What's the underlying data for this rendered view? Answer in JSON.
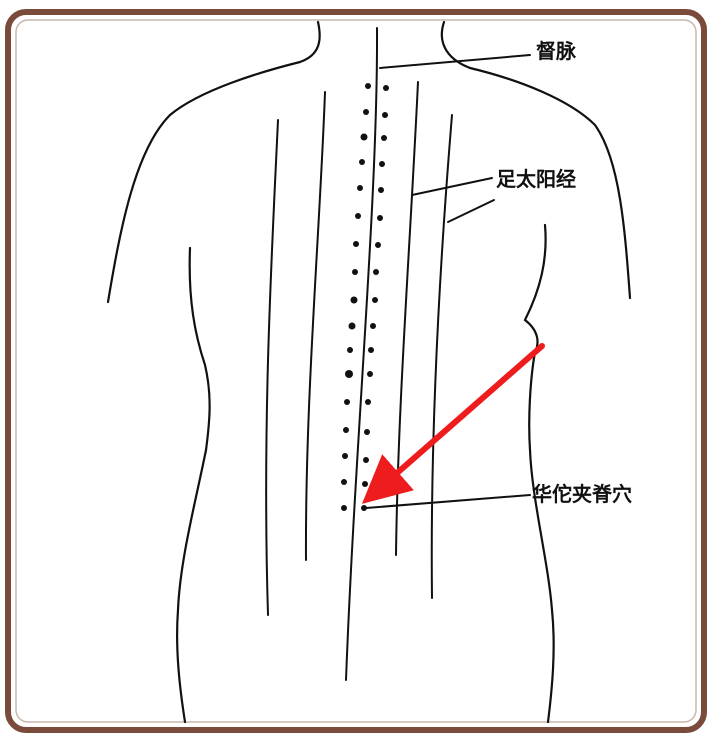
{
  "colors": {
    "frame_outer": "#7a4a3a",
    "frame_inner": "#ffffff",
    "ink": "#111111",
    "arrow": "#ee1c1c",
    "background": "#ffffff"
  },
  "labels": {
    "du_meridian": "督脉",
    "foot_taiyang": "足太阳经",
    "huatuo_points": "华佗夹脊穴"
  },
  "annotation": {
    "arrow_color_name": "red",
    "arrow_target": "huatuo_points"
  }
}
